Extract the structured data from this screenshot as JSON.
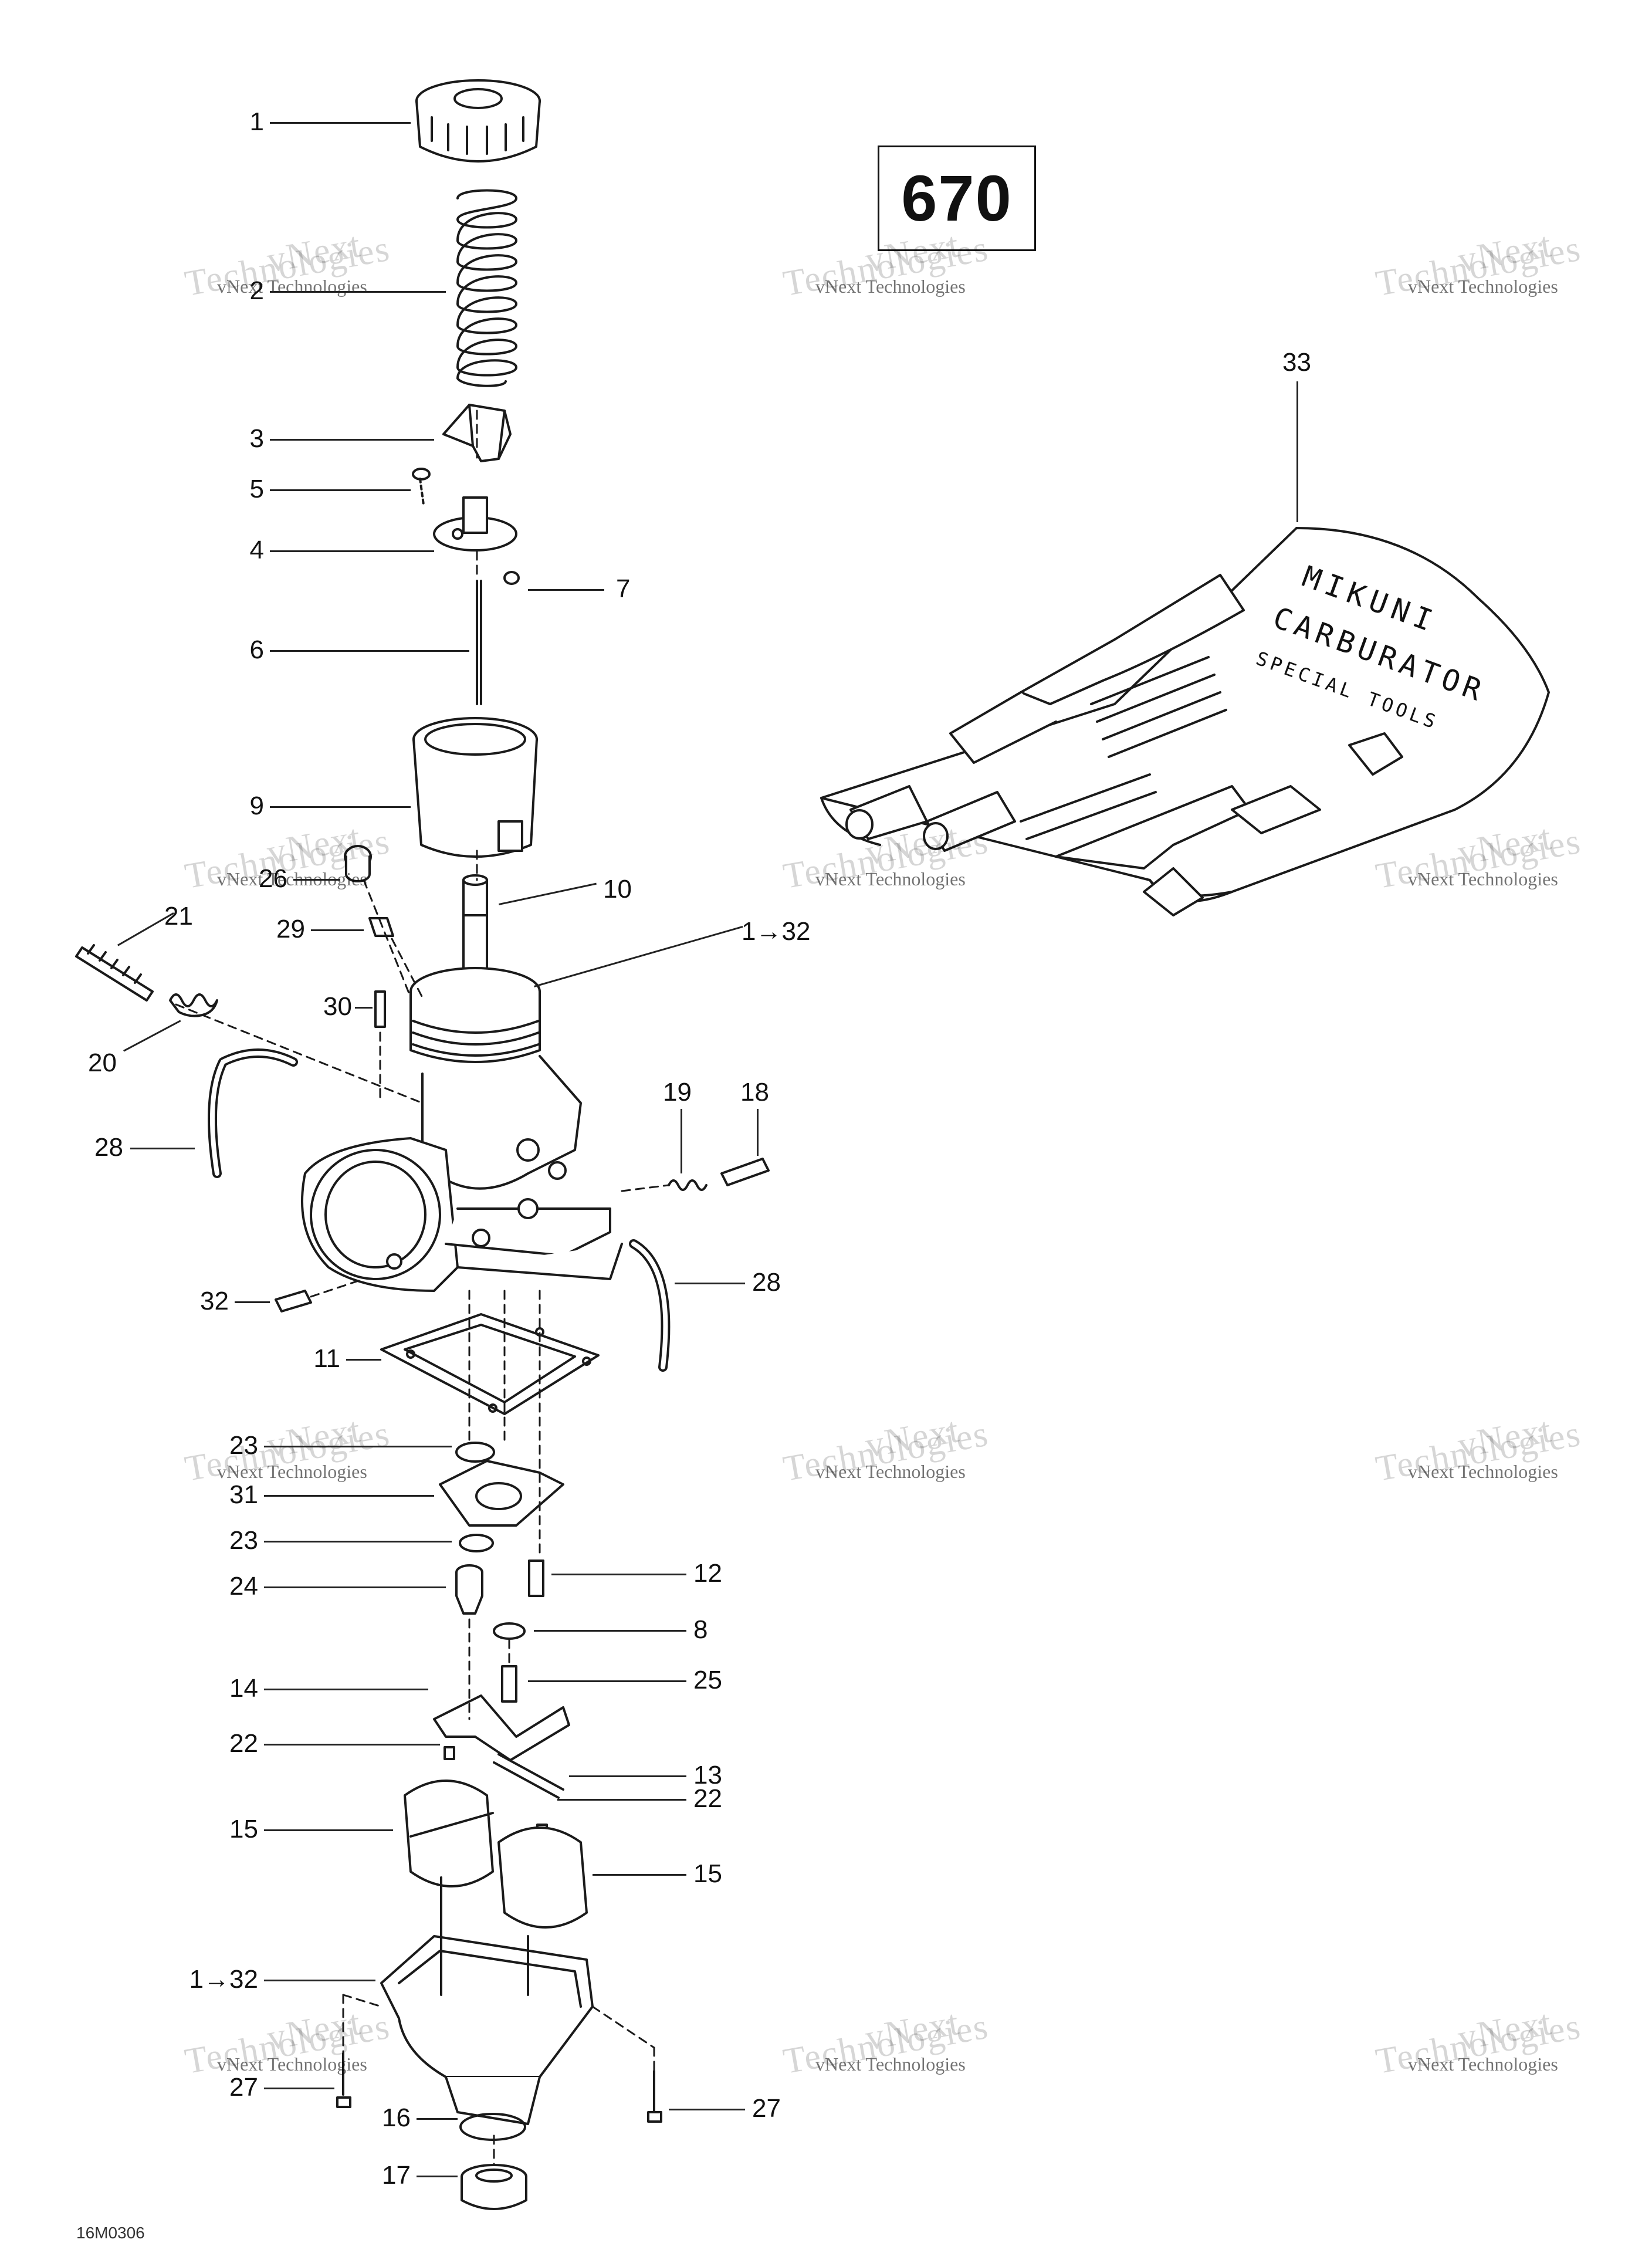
{
  "engine": "670",
  "figure_code": "16M0306",
  "watermark": {
    "line1": "vNext",
    "line2": "Technologies",
    "caption": "vNext Technologies"
  },
  "callouts": {
    "c1": "1",
    "c2": "2",
    "c3": "3",
    "c5": "5",
    "c4": "4",
    "c7": "7",
    "c6": "6",
    "c9": "9",
    "c26": "26",
    "c10": "10",
    "c21": "21",
    "c29": "29",
    "c1to32a": "1→32",
    "c30": "30",
    "c20": "20",
    "c19": "19",
    "c18": "18",
    "c28a": "28",
    "c32": "32",
    "c28b": "28",
    "c11": "11",
    "c23a": "23",
    "c31": "31",
    "c23b": "23",
    "c12": "12",
    "c24": "24",
    "c8": "8",
    "c25": "25",
    "c14": "14",
    "c22a": "22",
    "c13": "13",
    "c22b": "22",
    "c15a": "15",
    "c15b": "15",
    "c1to32b": "1→32",
    "c27a": "27",
    "c16": "16",
    "c27b": "27",
    "c17": "17",
    "c33": "33"
  },
  "tool_kit_text": {
    "line1": "MIKUNI",
    "line2": "CARBURATOR",
    "line3": "SPECIAL TOOLS"
  }
}
